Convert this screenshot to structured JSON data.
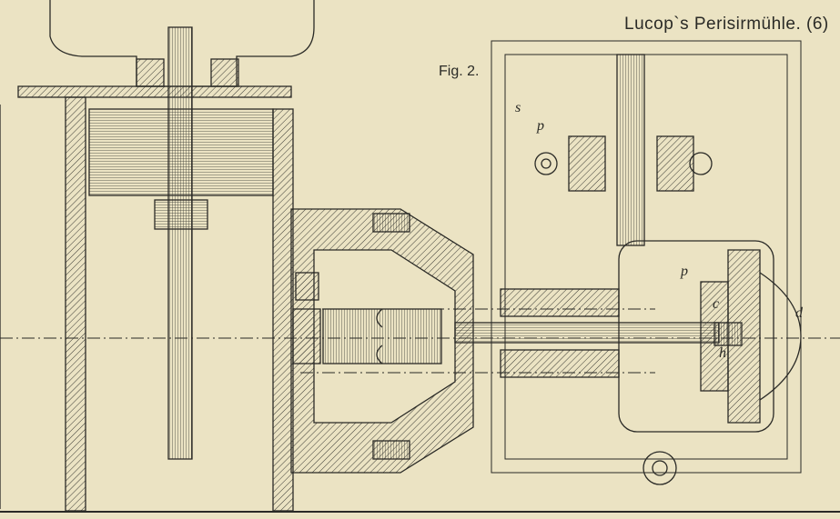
{
  "title": "Lucop`s Perisirmühle. (6)",
  "figure_label": "Fig. 2.",
  "part_labels": {
    "s": "s",
    "p_top": "p",
    "p_mid": "p",
    "c": "c",
    "d": "d",
    "h": "h"
  },
  "colors": {
    "paper": "#ebe3c3",
    "ink": "#2a2a26"
  }
}
